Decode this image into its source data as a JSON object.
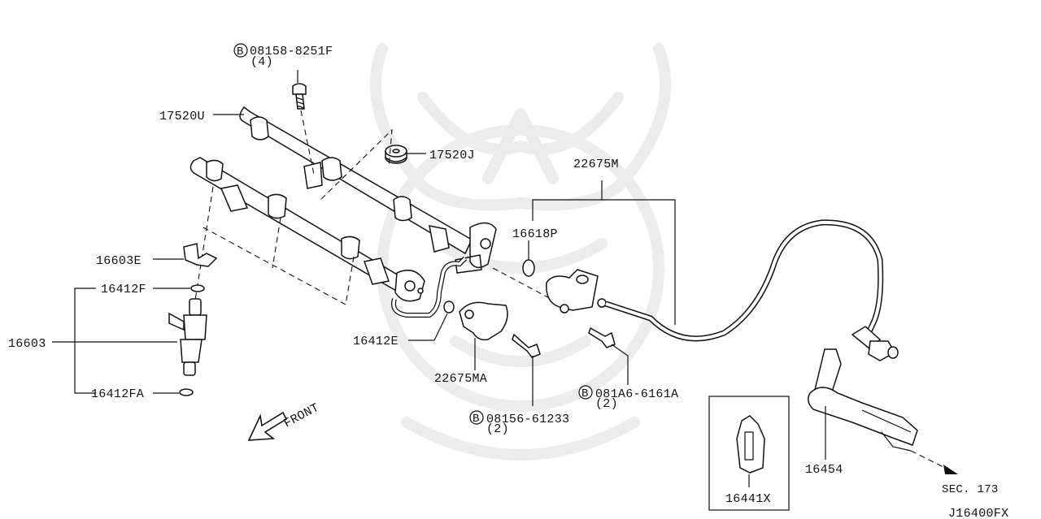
{
  "diagram_code": "J16400FX",
  "bolt_prefix_symbol": "B",
  "labels": {
    "bolt_08158": {
      "part": "08158-8251F",
      "qty": "(4)"
    },
    "rail_17520U": "17520U",
    "spacer_17520J": "17520J",
    "assy_22675M": "22675M",
    "oring_16618P": "16618P",
    "insulator_16603E": "16603E",
    "oring_16412F": "16412F",
    "injector_16603": "16603",
    "oring_16412E": "16412E",
    "oring_16412FA": "16412FA",
    "damper_22675MA": "22675MA",
    "bolt_081A6": {
      "part": "081A6-6161A",
      "qty": "(2)"
    },
    "bolt_08156": {
      "part": "08156-61233",
      "qty": "(2)"
    },
    "clip_16441X": "16441X",
    "hose_16454": "16454",
    "section_ref": "SEC. 173",
    "front_arrow": "FRONT"
  },
  "colors": {
    "ink": "#111111",
    "watermark": "#ececec",
    "background": "#ffffff"
  }
}
